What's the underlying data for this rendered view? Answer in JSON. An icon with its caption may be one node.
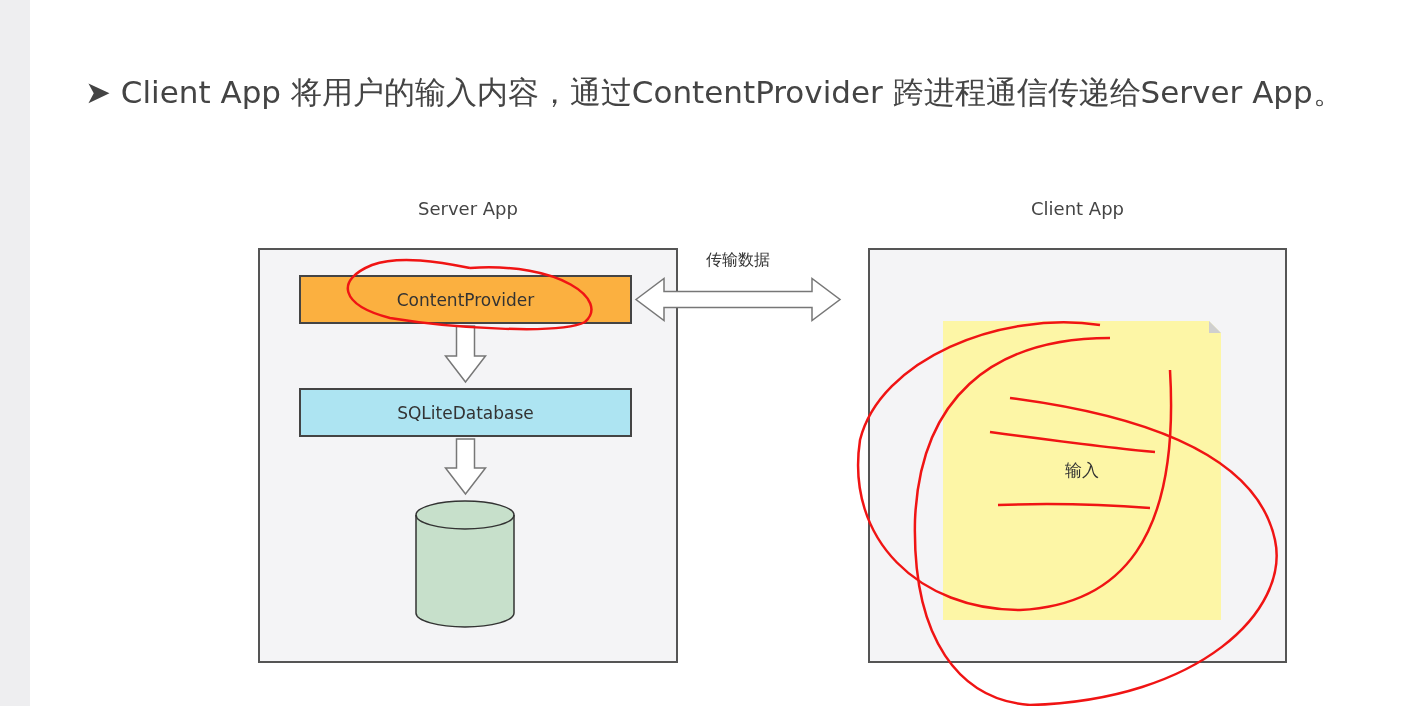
{
  "diagram": {
    "title": "➤ Client App 将用户的输入内容，通过ContentProvider 跨进程通信传递给Server App。",
    "nodes": [
      {
        "text": [
          "Server App"
        ]
      },
      {
        "text": [
          "ContentProvider"
        ],
        "in": 0
      },
      {
        "text": [
          "SQLiteDatabase"
        ],
        "in": 0
      },
      {
        "text": [],
        "shape": "cylinder",
        "in": 0
      },
      {
        "text": [
          "Client App"
        ]
      },
      {
        "text": [
          "输入"
        ],
        "in": 4
      }
    ],
    "edges": [
      {
        "from": 1,
        "to": 2,
        "arrow": "to"
      },
      {
        "from": 2,
        "to": 3,
        "arrow": "to"
      },
      {
        "from": 1,
        "to": 4,
        "arrow": "both",
        "label": "传输数据"
      }
    ]
  }
}
